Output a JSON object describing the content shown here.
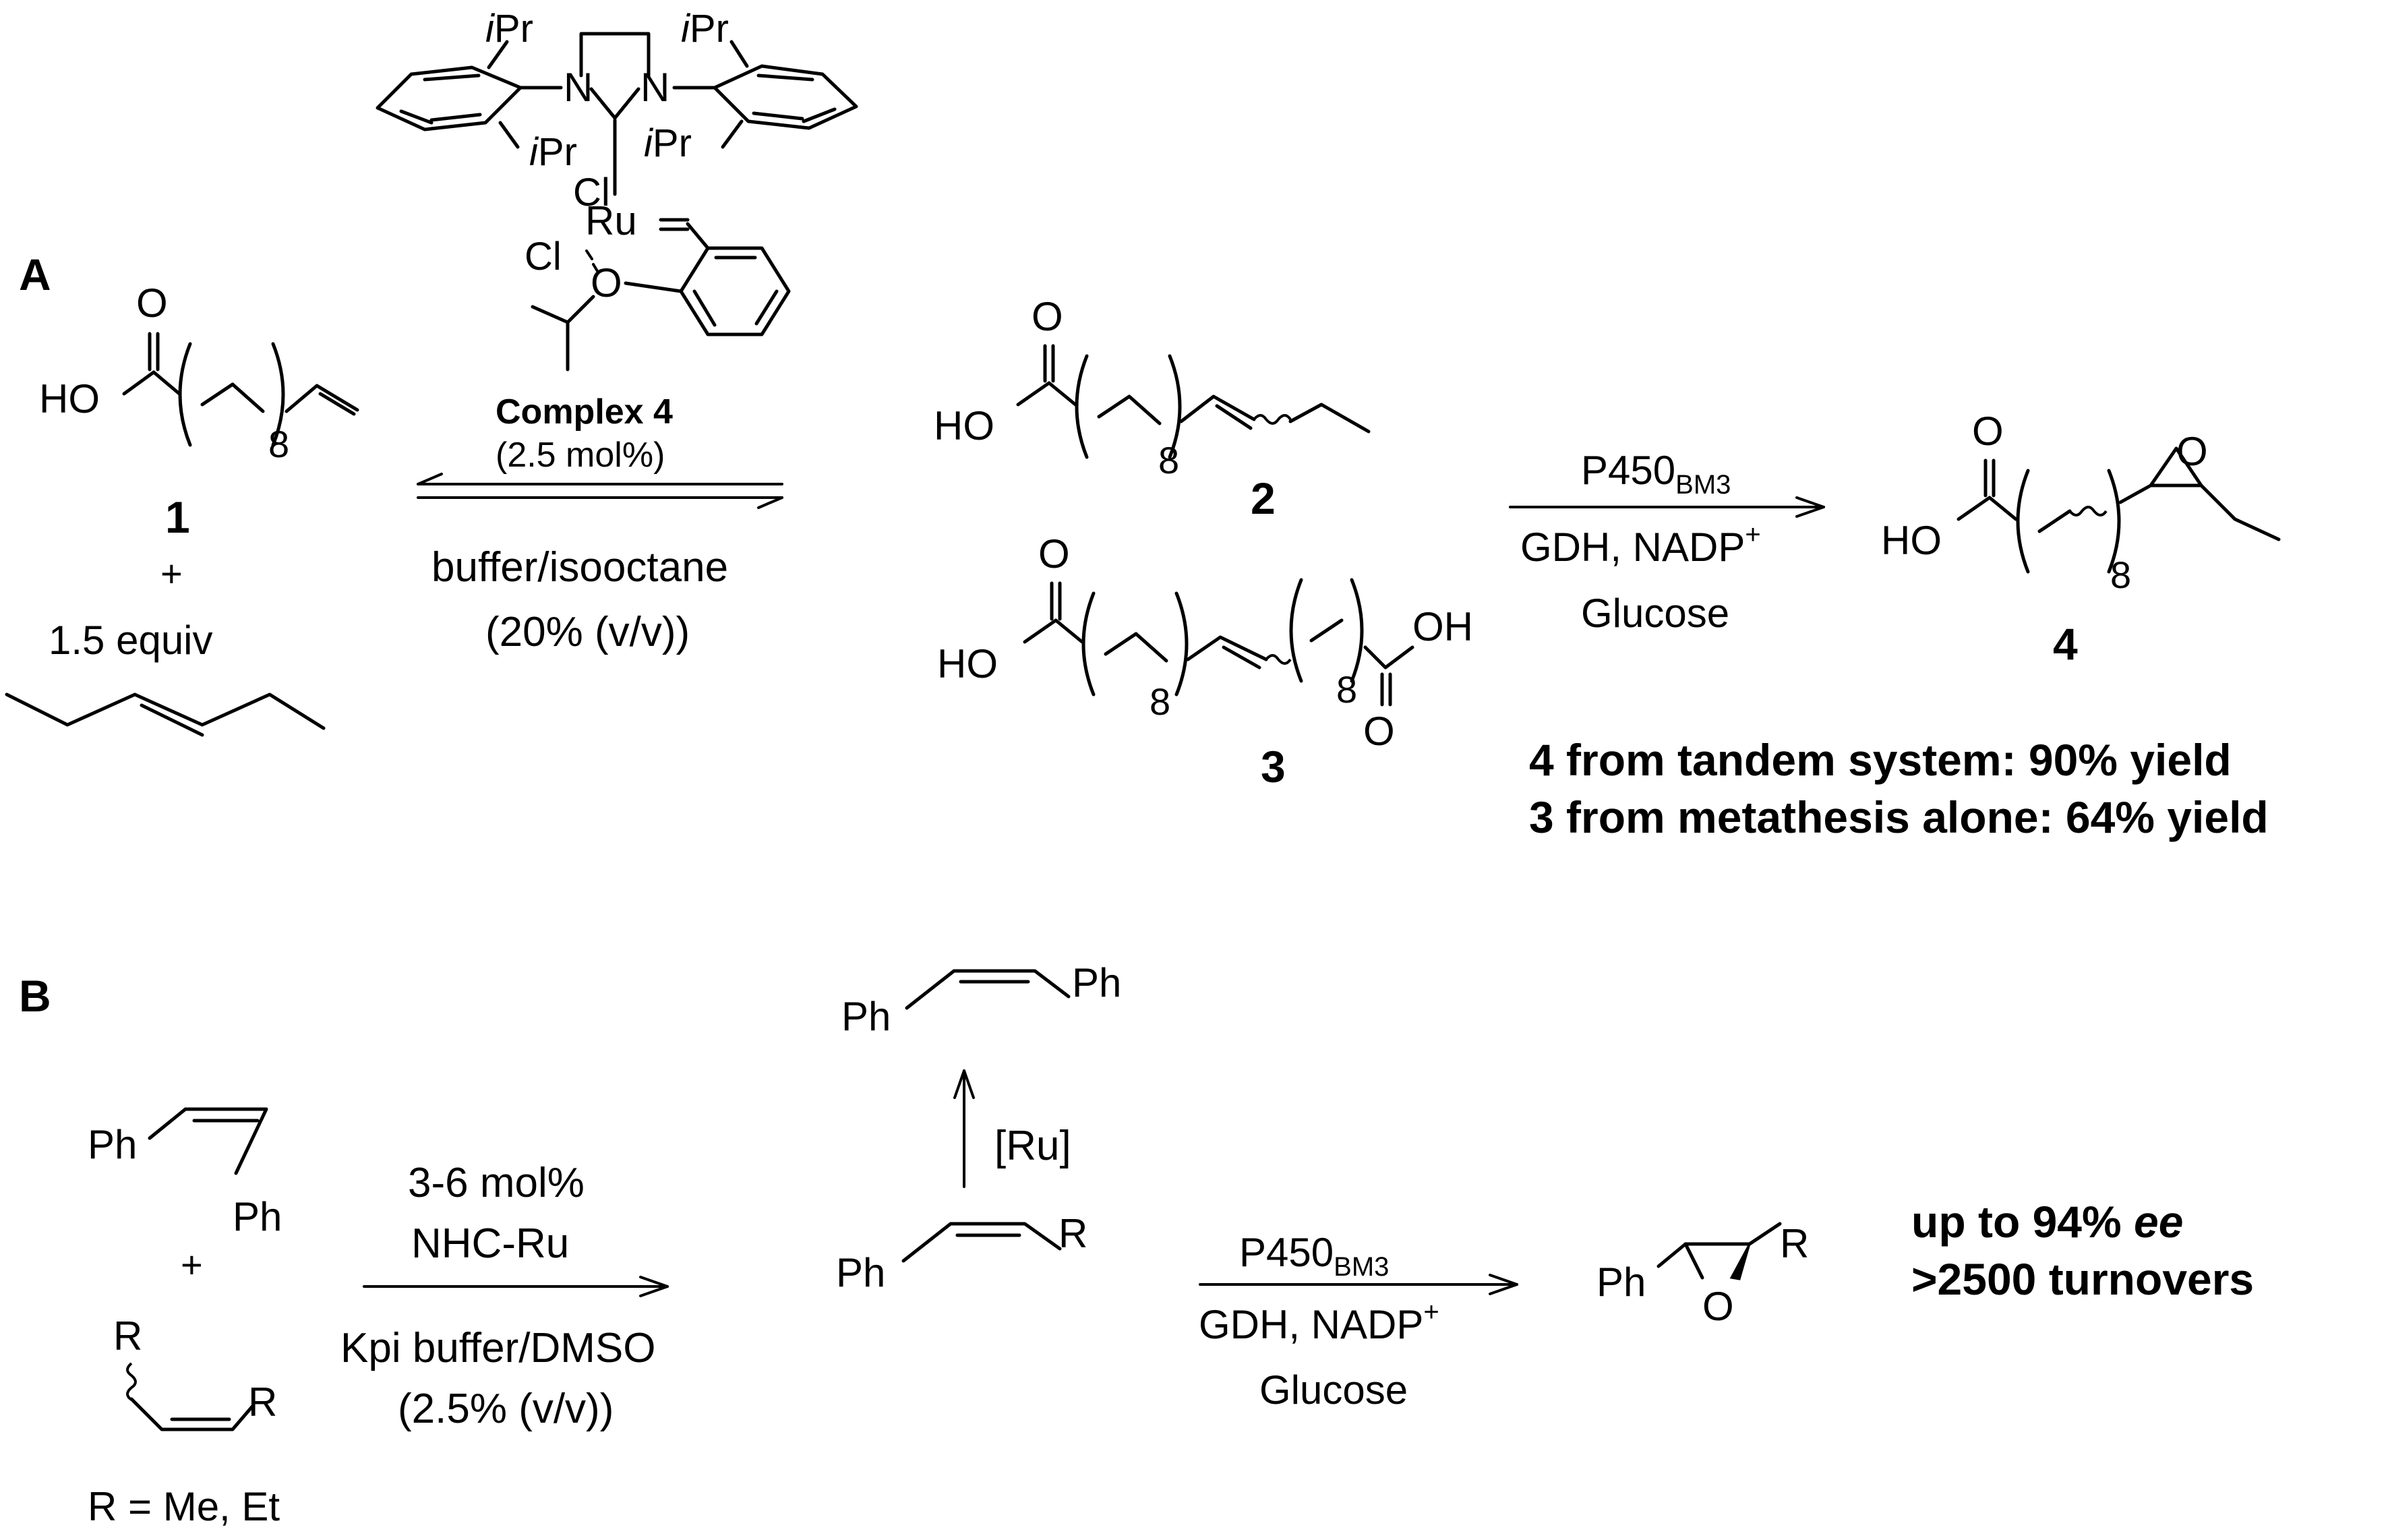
{
  "panel_a": {
    "label": "A",
    "catalyst": {
      "ipr": "iPr",
      "n": "N",
      "cl": "Cl",
      "ru": "Ru",
      "o": "O",
      "name": "Complex 4",
      "loading": "(2.5 mol%)"
    },
    "reactant_1": {
      "ho": "HO",
      "o": "O",
      "n": "8",
      "number": "1"
    },
    "plus": "+",
    "equiv": "1.5 equiv",
    "solvent": "buffer/isooctane",
    "solvent_ratio": "(20% (v/v))",
    "product_2": {
      "ho": "HO",
      "o": "O",
      "n": "8",
      "number": "2"
    },
    "product_3": {
      "ho": "HO",
      "oh": "OH",
      "o": "O",
      "n1": "8",
      "n2": "8",
      "number": "3"
    },
    "enzyme": {
      "p450": "P450",
      "p450_sub": "BM3",
      "cofactor": "GDH, NADP",
      "cofactor_sup": "+",
      "sugar": "Glucose"
    },
    "product_4": {
      "ho": "HO",
      "o": "O",
      "n": "8",
      "number": "4"
    },
    "result_1": "4 from tandem system: 90% yield",
    "result_2": "3 from metathesis alone: 64% yield"
  },
  "panel_b": {
    "label": "B",
    "ph": "Ph",
    "r": "R",
    "o": "O",
    "plus": "+",
    "r_def": "R = Me, Et",
    "cond_loading": "3-6 mol%",
    "cond_cat": "NHC-Ru",
    "cond_solvent": "Kpi buffer/DMSO",
    "cond_ratio": "(2.5% (v/v))",
    "ru_short": "[Ru]",
    "enzyme": {
      "p450": "P450",
      "p450_sub": "BM3",
      "cofactor": "GDH, NADP",
      "cofactor_sup": "+",
      "sugar": "Glucose"
    },
    "result_ee_prefix": "up to 94% ",
    "result_ee_suffix": "ee",
    "result_to": ">2500 turnovers"
  }
}
